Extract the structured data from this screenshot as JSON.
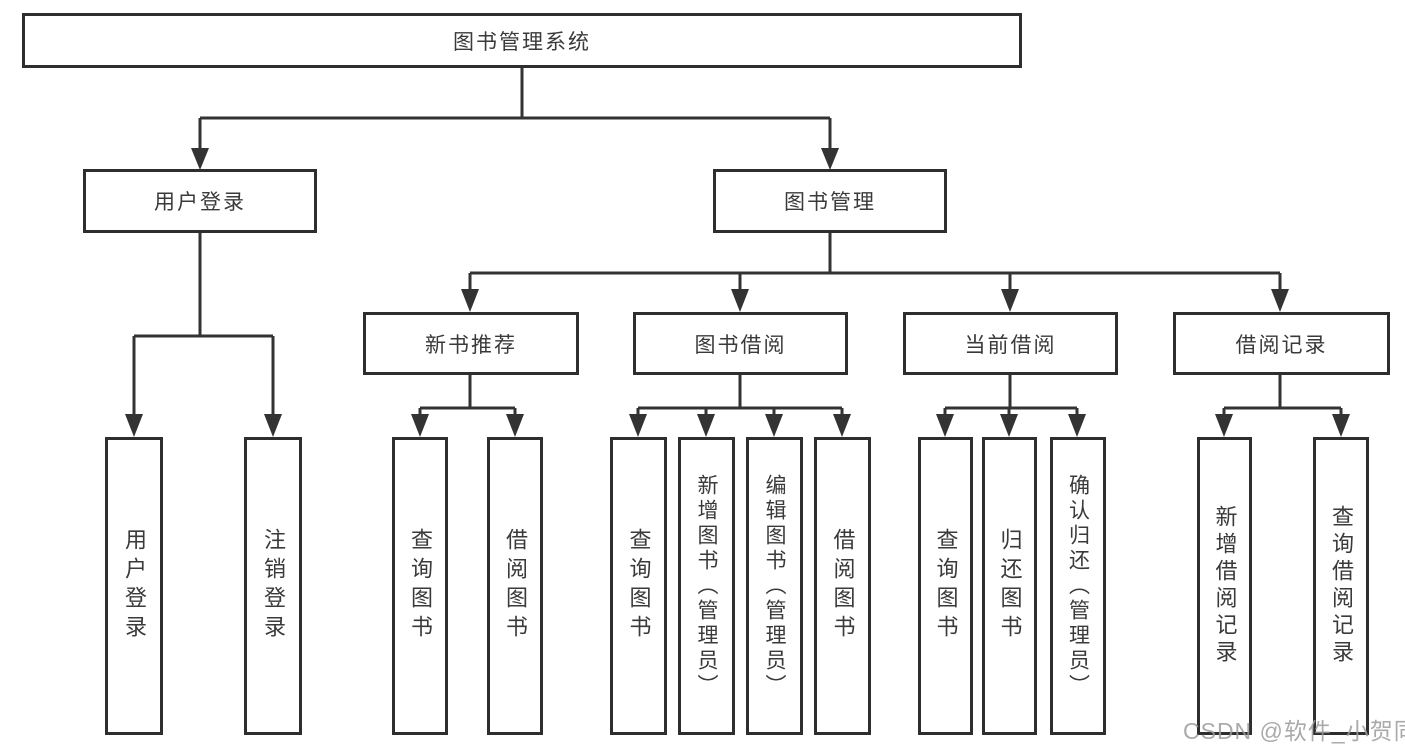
{
  "nodes": {
    "root": "图书管理系统",
    "user_login": "用户登录",
    "book_management": "图书管理",
    "new_book": "新书推荐",
    "book_borrow": "图书借阅",
    "current_borrow": "当前借阅",
    "borrow_records": "借阅记录"
  },
  "leaves": {
    "login": "用户登录",
    "logout": "注销登录",
    "nb_query": "查询图书",
    "nb_borrow": "借阅图书",
    "bb_query": "查询图书",
    "bb_add": "新增图书（管理员）",
    "bb_edit": "编辑图书（管理员）",
    "bb_borrow": "借阅图书",
    "cb_query": "查询图书",
    "cb_return": "归还图书",
    "cb_confirm": "确认归还（管理员）",
    "rc_add": "新增借阅记录",
    "rc_query": "查询借阅记录"
  },
  "watermark": "CSDN @软件_小贺同学",
  "colors": {
    "line": "#333333",
    "text": "#3a3a3a",
    "watermark": "#9b9b9b"
  }
}
